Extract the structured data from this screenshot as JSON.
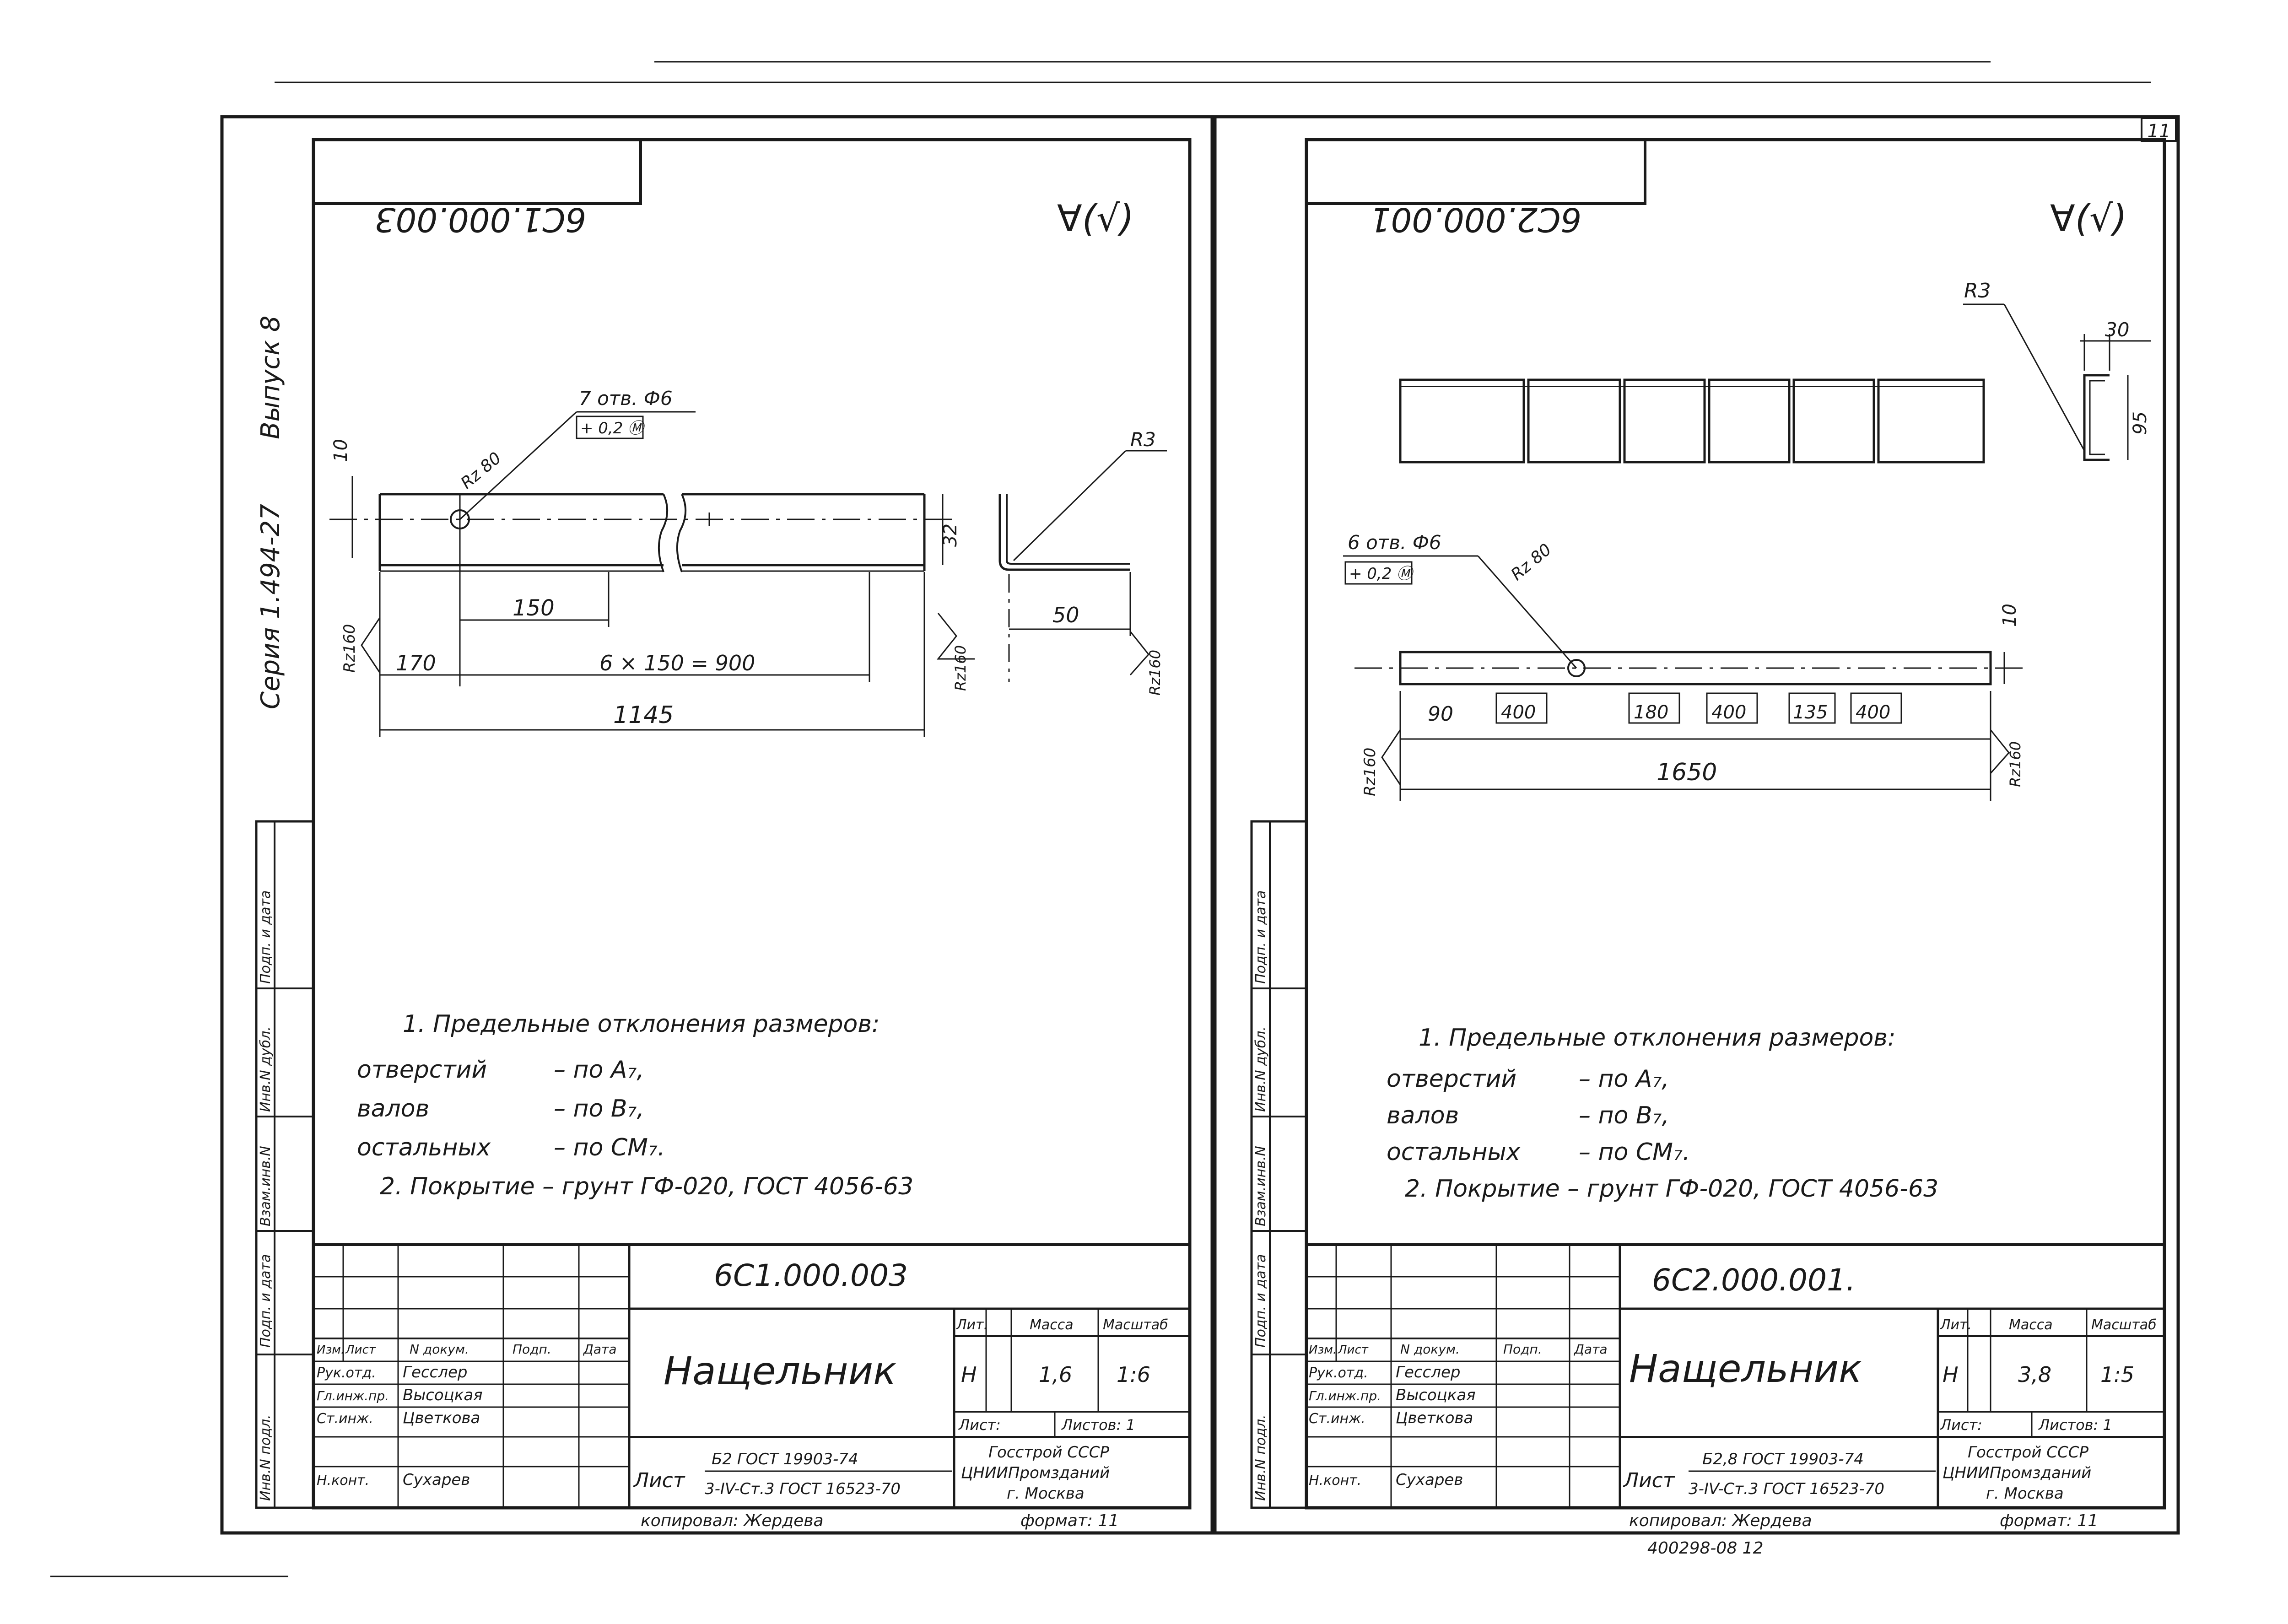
{
  "top_right_page_number": "11",
  "left_sidebar": {
    "series_label": "Серия 1.494-27",
    "issue_label": "Выпуск 8",
    "stamp_cells": [
      "Инв.N подл.",
      "Подп. и дата",
      "Взам.инв.N",
      "Инв.N дубл.",
      "Подп. и дата"
    ]
  },
  "sheets": [
    {
      "id": "sheet-1",
      "mirror_code": "6С1.000.003",
      "roughness_symbol": "∀(√)",
      "drawing": {
        "holes_label": "7 отв. Ф6",
        "tolerance_label": "+ 0,2 Ⓜ",
        "rz_hole": "Rz 80",
        "radius": "R3",
        "dims": {
          "thickness": "10",
          "height": "32",
          "pitch": "150",
          "first": "170",
          "pitch_total": "6 × 150 = 900",
          "flange": "50",
          "total": "1145",
          "rz_left": "Rz160",
          "rz_mid": "Rz160",
          "rz_right": "Rz160"
        }
      },
      "notes": {
        "title": "1. Предельные отклонения размеров:",
        "rows": [
          {
            "label": "отверстий",
            "value": "– по А₇,"
          },
          {
            "label": "валов",
            "value": "– по В₇,"
          },
          {
            "label": "остальных",
            "value": "– по СМ₇."
          }
        ],
        "coating": "2. Покрытие – грунт ГФ-020, ГОСТ 4056-63"
      },
      "title_block": {
        "code": "6С1.000.003",
        "name": "Нащельник",
        "col_headers": [
          "Изм.",
          "Лист",
          "N докум.",
          "Подп.",
          "Дата"
        ],
        "roles": [
          {
            "role": "Рук.отд.",
            "name": "Гесслер"
          },
          {
            "role": "Гл.инж.пр.",
            "name": "Высоцкая"
          },
          {
            "role": "Ст.инж.",
            "name": "Цветкова"
          },
          {
            "role": "",
            "name": ""
          },
          {
            "role": "Н.конт.",
            "name": "Сухарев"
          }
        ],
        "lit_label": "Лит.",
        "mass_label": "Масса",
        "scale_label": "Масштаб",
        "lit_value": "Н",
        "mass_value": "1,6",
        "scale_value": "1:6",
        "sheet_label": "Лист:",
        "sheets_label": "Листов: 1",
        "material_prefix": "Лист",
        "material_top": "Б2 ГОСТ 19903-74",
        "material_bottom": "3-IV-Ст.3 ГОСТ 16523-70",
        "org": [
          "Госстрой СССР",
          "ЦНИИПромзданий",
          "г. Москва"
        ],
        "copied_by": "копировал: Жердева",
        "format": "формат: 11"
      }
    },
    {
      "id": "sheet-2",
      "mirror_code": "6С2.000.001",
      "roughness_symbol": "∀(√)",
      "drawing": {
        "holes_label": "6 отв. Ф6",
        "tolerance_label": "+ 0,2 Ⓜ",
        "rz_hole": "Rz 80",
        "radius": "R3",
        "dims": {
          "profile_width": "30",
          "profile_height": "95",
          "thickness": "10",
          "d1": "90",
          "d2": "400",
          "d3": "180",
          "d4": "400",
          "d5": "135",
          "d6": "400",
          "total": "1650",
          "rz_left": "Rz160",
          "rz_right": "Rz160"
        }
      },
      "notes": {
        "title": "1. Предельные отклонения размеров:",
        "rows": [
          {
            "label": "отверстий",
            "value": "– по А₇,"
          },
          {
            "label": "валов",
            "value": "– по В₇,"
          },
          {
            "label": "остальных",
            "value": "– по СМ₇."
          }
        ],
        "coating": "2. Покрытие – грунт ГФ-020, ГОСТ 4056-63"
      },
      "title_block": {
        "code": "6С2.000.001.",
        "name": "Нащельник",
        "col_headers": [
          "Изм.",
          "Лист",
          "N докум.",
          "Подп.",
          "Дата"
        ],
        "roles": [
          {
            "role": "Рук.отд.",
            "name": "Гесслер"
          },
          {
            "role": "Гл.инж.пр.",
            "name": "Высоцкая"
          },
          {
            "role": "Ст.инж.",
            "name": "Цветкова"
          },
          {
            "role": "",
            "name": ""
          },
          {
            "role": "Н.конт.",
            "name": "Сухарев"
          }
        ],
        "lit_label": "Лит.",
        "mass_label": "Масса",
        "scale_label": "Масштаб",
        "lit_value": "Н",
        "mass_value": "3,8",
        "scale_value": "1:5",
        "sheet_label": "Лист:",
        "sheets_label": "Листов: 1",
        "material_prefix": "Лист",
        "material_top": "Б2,8 ГОСТ 19903-74",
        "material_bottom": "3-IV-Ст.3 ГОСТ 16523-70",
        "org": [
          "Госстрой СССР",
          "ЦНИИПромзданий",
          "г. Москва"
        ],
        "copied_by": "копировал: Жердева",
        "format": "формат: 11"
      }
    }
  ],
  "footer_order": "400298-08  12"
}
